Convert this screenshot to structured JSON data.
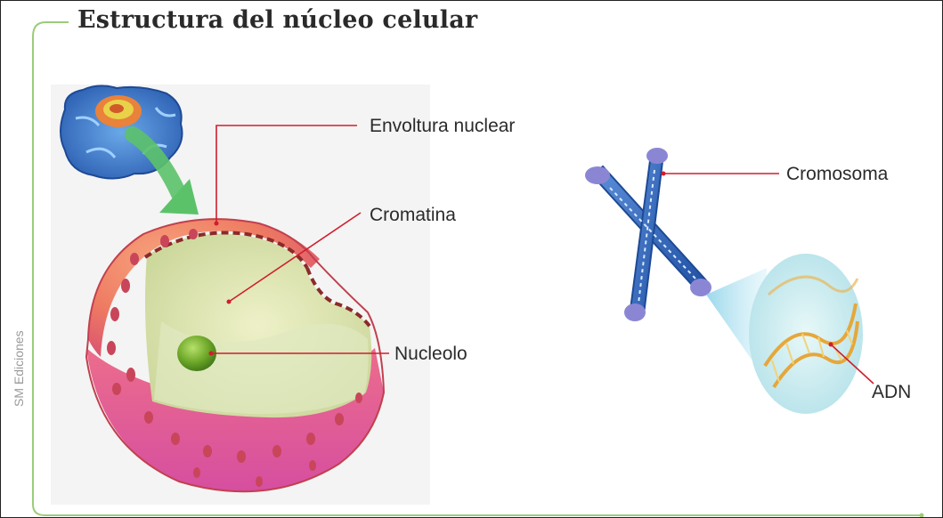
{
  "title": "Estructura del núcleo celular",
  "labels": {
    "envoltura": "Envoltura nuclear",
    "cromatina": "Cromatina",
    "nucleolo": "Nucleolo",
    "cromosoma": "Cromosoma",
    "adn": "ADN"
  },
  "credit": "SM Ediciones",
  "colors": {
    "frame_line": "#9ccc7a",
    "leader_line": "#d01e2e",
    "arrow": "#5cc26a",
    "envelope_outer": "#ef8a6a",
    "envelope_lower": "#e0609a",
    "chromatin": "#d9e3b0",
    "nucleolus": "#6fae2a",
    "chromosome": "#2f63b8",
    "dna_bubble": "#cfeef2"
  }
}
